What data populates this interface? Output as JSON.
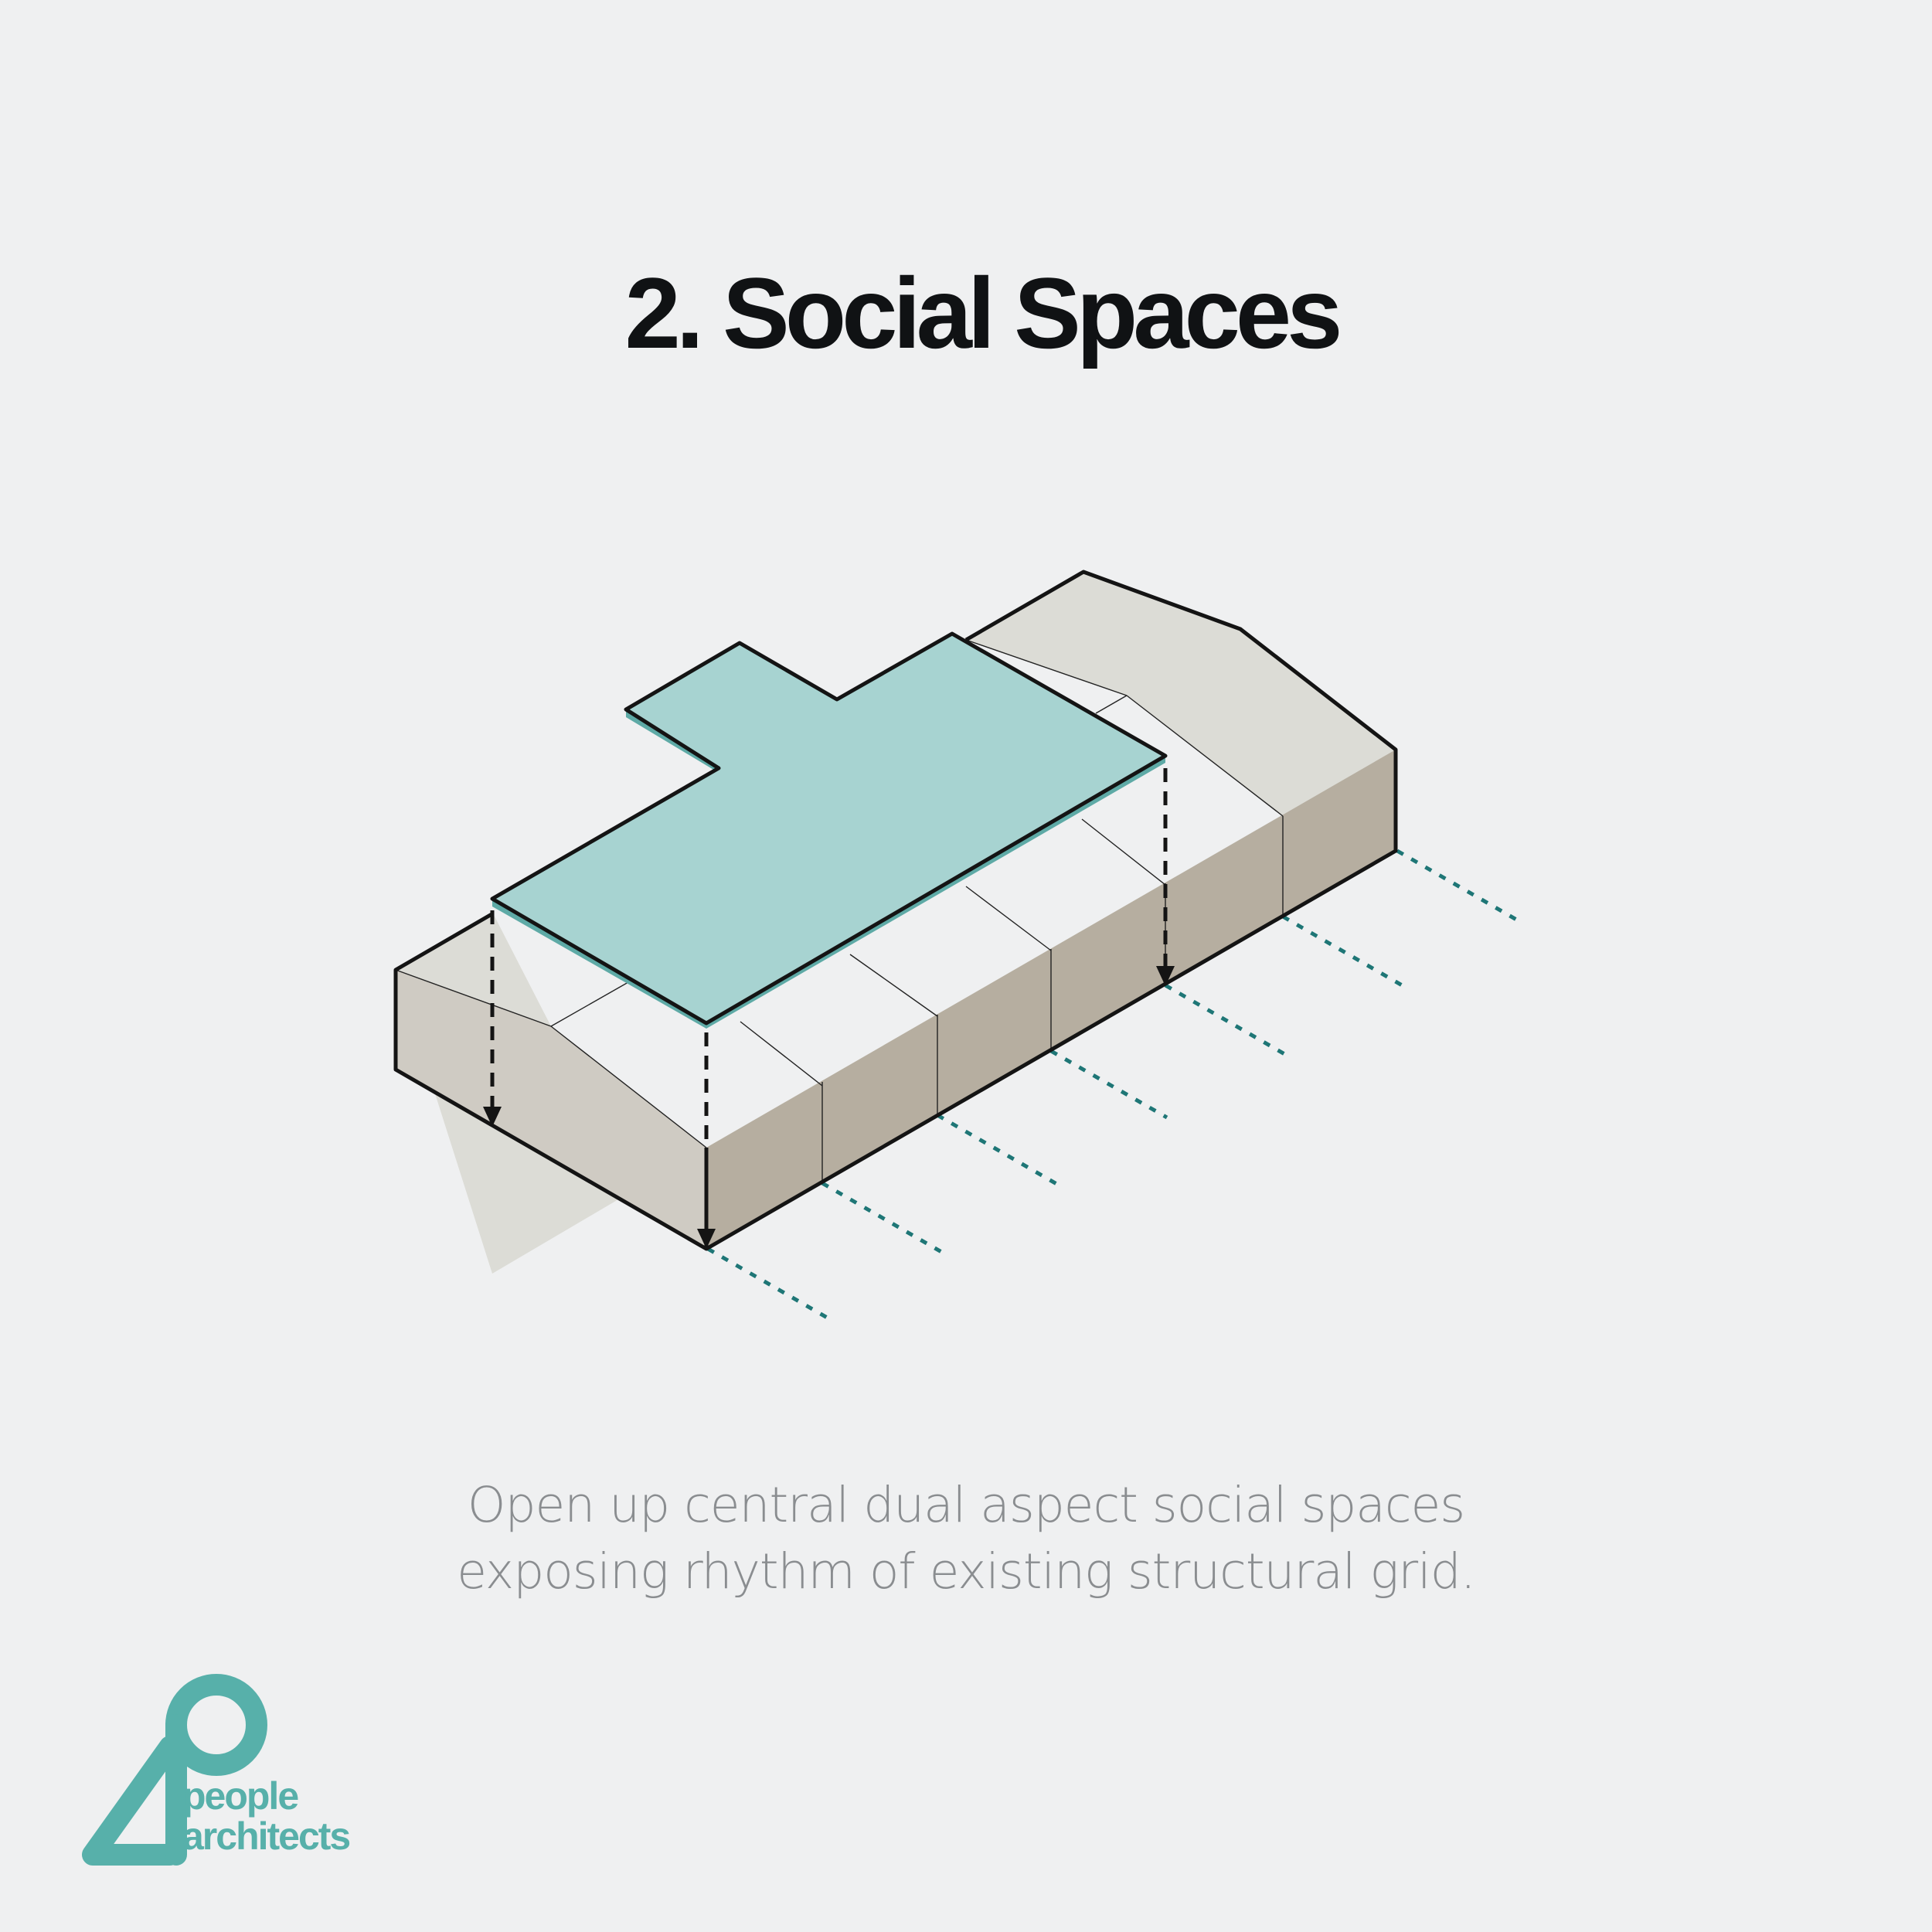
{
  "title": "2. Social Spaces",
  "caption": {
    "line1": "Open up central dual aspect social spaces",
    "line2": "exposing rhythm of existing structural grid."
  },
  "logo": {
    "line1": "people",
    "line2": "architects"
  },
  "colors": {
    "background": "#eff0f1",
    "slab": "#a7d3d1",
    "slab_edge": "#5eaaa6",
    "roof": "#dcdcd6",
    "front_face": "#cfcbc3",
    "side_face": "#b6aea0",
    "outline": "#141414",
    "grid_line": "#1e7676",
    "brand": "#57b0aa"
  },
  "icons": [
    "down-arrow-icon",
    "dotted-grid-line",
    "people-architects-logo-icon"
  ]
}
